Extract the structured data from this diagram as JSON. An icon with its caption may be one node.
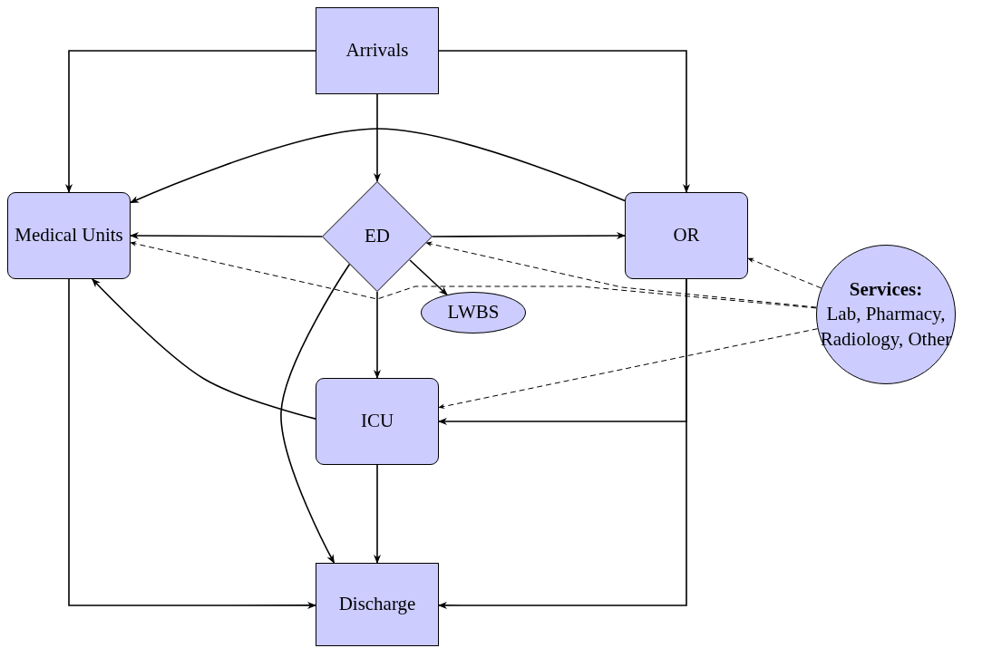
{
  "diagram": {
    "nodes": [
      {
        "text": [
          "Arrivals"
        ]
      },
      {
        "text": [
          "Medical Units"
        ]
      },
      {
        "text": [
          "ED"
        ]
      },
      {
        "text": [
          "OR"
        ]
      },
      {
        "text": [
          "LWBS"
        ]
      },
      {
        "text": [
          "ICU"
        ]
      },
      {
        "text": [
          "Discharge"
        ]
      },
      {
        "text": [
          "Services:",
          "Lab, Pharmacy, Radiology, Other"
        ]
      }
    ],
    "edges": [
      {
        "from": 0,
        "to": 1,
        "arrow": "to"
      },
      {
        "from": 0,
        "to": 3,
        "arrow": "to"
      },
      {
        "from": 0,
        "to": 2,
        "arrow": "to"
      },
      {
        "from": 3,
        "to": 1,
        "arrow": "to"
      },
      {
        "from": 2,
        "to": 1,
        "arrow": "to"
      },
      {
        "from": 2,
        "to": 3,
        "arrow": "to"
      },
      {
        "from": 2,
        "to": 4,
        "arrow": "to"
      },
      {
        "from": 2,
        "to": 5,
        "arrow": "to"
      },
      {
        "from": 2,
        "to": 6,
        "arrow": "to"
      },
      {
        "from": 5,
        "to": 1,
        "arrow": "to"
      },
      {
        "from": 5,
        "to": 6,
        "arrow": "to"
      },
      {
        "from": 1,
        "to": 6,
        "arrow": "to"
      },
      {
        "from": 3,
        "to": 6,
        "arrow": "to"
      },
      {
        "from": 3,
        "to": 5,
        "arrow": "to"
      },
      {
        "from": 7,
        "to": 3,
        "arrow": "to",
        "style": "dashed"
      },
      {
        "from": 7,
        "to": 2,
        "arrow": "to",
        "style": "dashed"
      },
      {
        "from": 7,
        "to": 1,
        "arrow": "to",
        "style": "dashed"
      },
      {
        "from": 7,
        "to": 5,
        "arrow": "to",
        "style": "dashed"
      }
    ]
  }
}
